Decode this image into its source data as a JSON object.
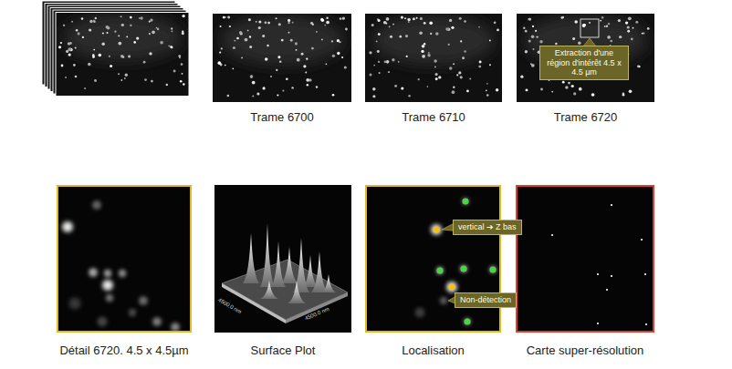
{
  "diagram": {
    "nodes": [
      {
        "text": [
          "Trame 6700"
        ]
      },
      {
        "text": [
          "Trame 6710"
        ]
      },
      {
        "text": [
          "Trame 6720"
        ]
      },
      {
        "text": [
          "Extraction d'une région d'intérêt 4.5 x 4.5 µm"
        ],
        "in": 2
      },
      {
        "text": [
          "Détail 6720. 4.5 x 4.5µm"
        ]
      },
      {
        "text": [
          "Surface Plot"
        ]
      },
      {
        "text": [
          "Localisation"
        ]
      },
      {
        "text": [
          "vertical ➔ Z bas"
        ],
        "in": 6
      },
      {
        "text": [
          "Non-détection"
        ],
        "in": 6
      },
      {
        "text": [
          "Carte super-résolution"
        ]
      }
    ],
    "labels": [
      "4500.0 nm",
      "4500.0 nm"
    ]
  }
}
